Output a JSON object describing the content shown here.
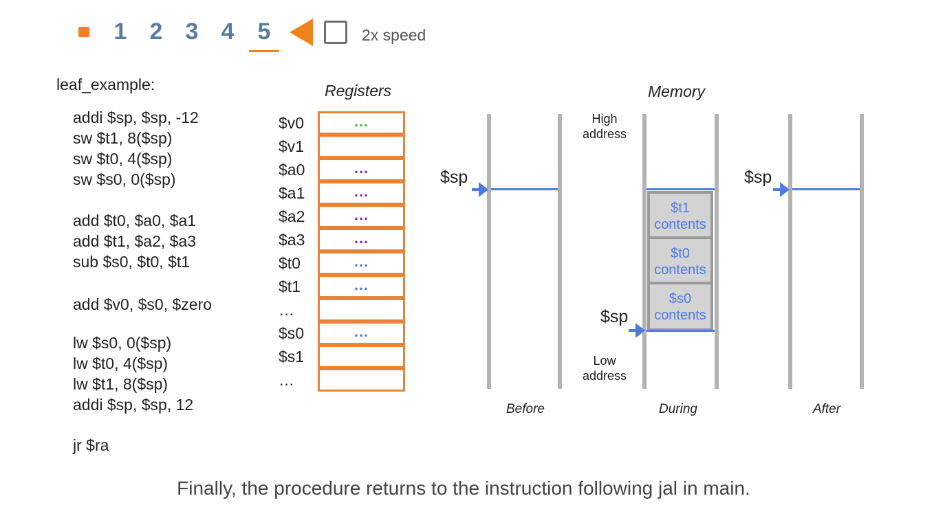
{
  "nav": {
    "steps": [
      "1",
      "2",
      "3",
      "4",
      "5"
    ],
    "current_step": "5",
    "speed_label": "2x speed"
  },
  "code": {
    "label": "leaf_example:",
    "lines": [
      "addi $sp, $sp, -12",
      "sw $t1, 8($sp)",
      "sw $t0, 4($sp)",
      "sw $s0, 0($sp)",
      "add $t0, $a0, $a1",
      "add $t1, $a2, $a3",
      "sub $s0, $t0, $t1",
      "add $v0, $s0, $zero",
      "lw $s0, 0($sp)",
      "lw $t0, 4($sp)",
      "lw $t1, 8($sp)",
      "addi $sp, $sp, 12",
      "jr $ra"
    ]
  },
  "registers": {
    "title": "Registers",
    "names": [
      "$v0",
      "$v1",
      "$a0",
      "$a1",
      "$a2",
      "$a3",
      "$t0",
      "$t1",
      "…",
      "$s0",
      "$s1",
      "…"
    ],
    "values": [
      "...",
      "",
      "...",
      "...",
      "...",
      "...",
      "...",
      "...",
      "",
      "...",
      "",
      ""
    ],
    "colors": [
      "#2fbf3f",
      "",
      "#7a2fbf",
      "#7a2fbf",
      "#7a2fbf",
      "#7a2fbf",
      "#4f7ae0",
      "#4f7ae0",
      "",
      "#4f7ae0",
      "",
      ""
    ]
  },
  "memory": {
    "title": "Memory",
    "sp_label": "$sp",
    "high_address": "High\naddress",
    "low_address": "Low\naddress",
    "cells": [
      "$t1\ncontents",
      "$t0\ncontents",
      "$s0\ncontents"
    ],
    "captions": [
      "Before",
      "During",
      "After"
    ]
  },
  "colors": {
    "accent": "#f0821e",
    "register_border": "#e8833a",
    "pointer_blue": "#4f7ae0",
    "step_blue": "#5a7a9f"
  },
  "caption": "Finally, the procedure returns to the instruction following jal in main."
}
